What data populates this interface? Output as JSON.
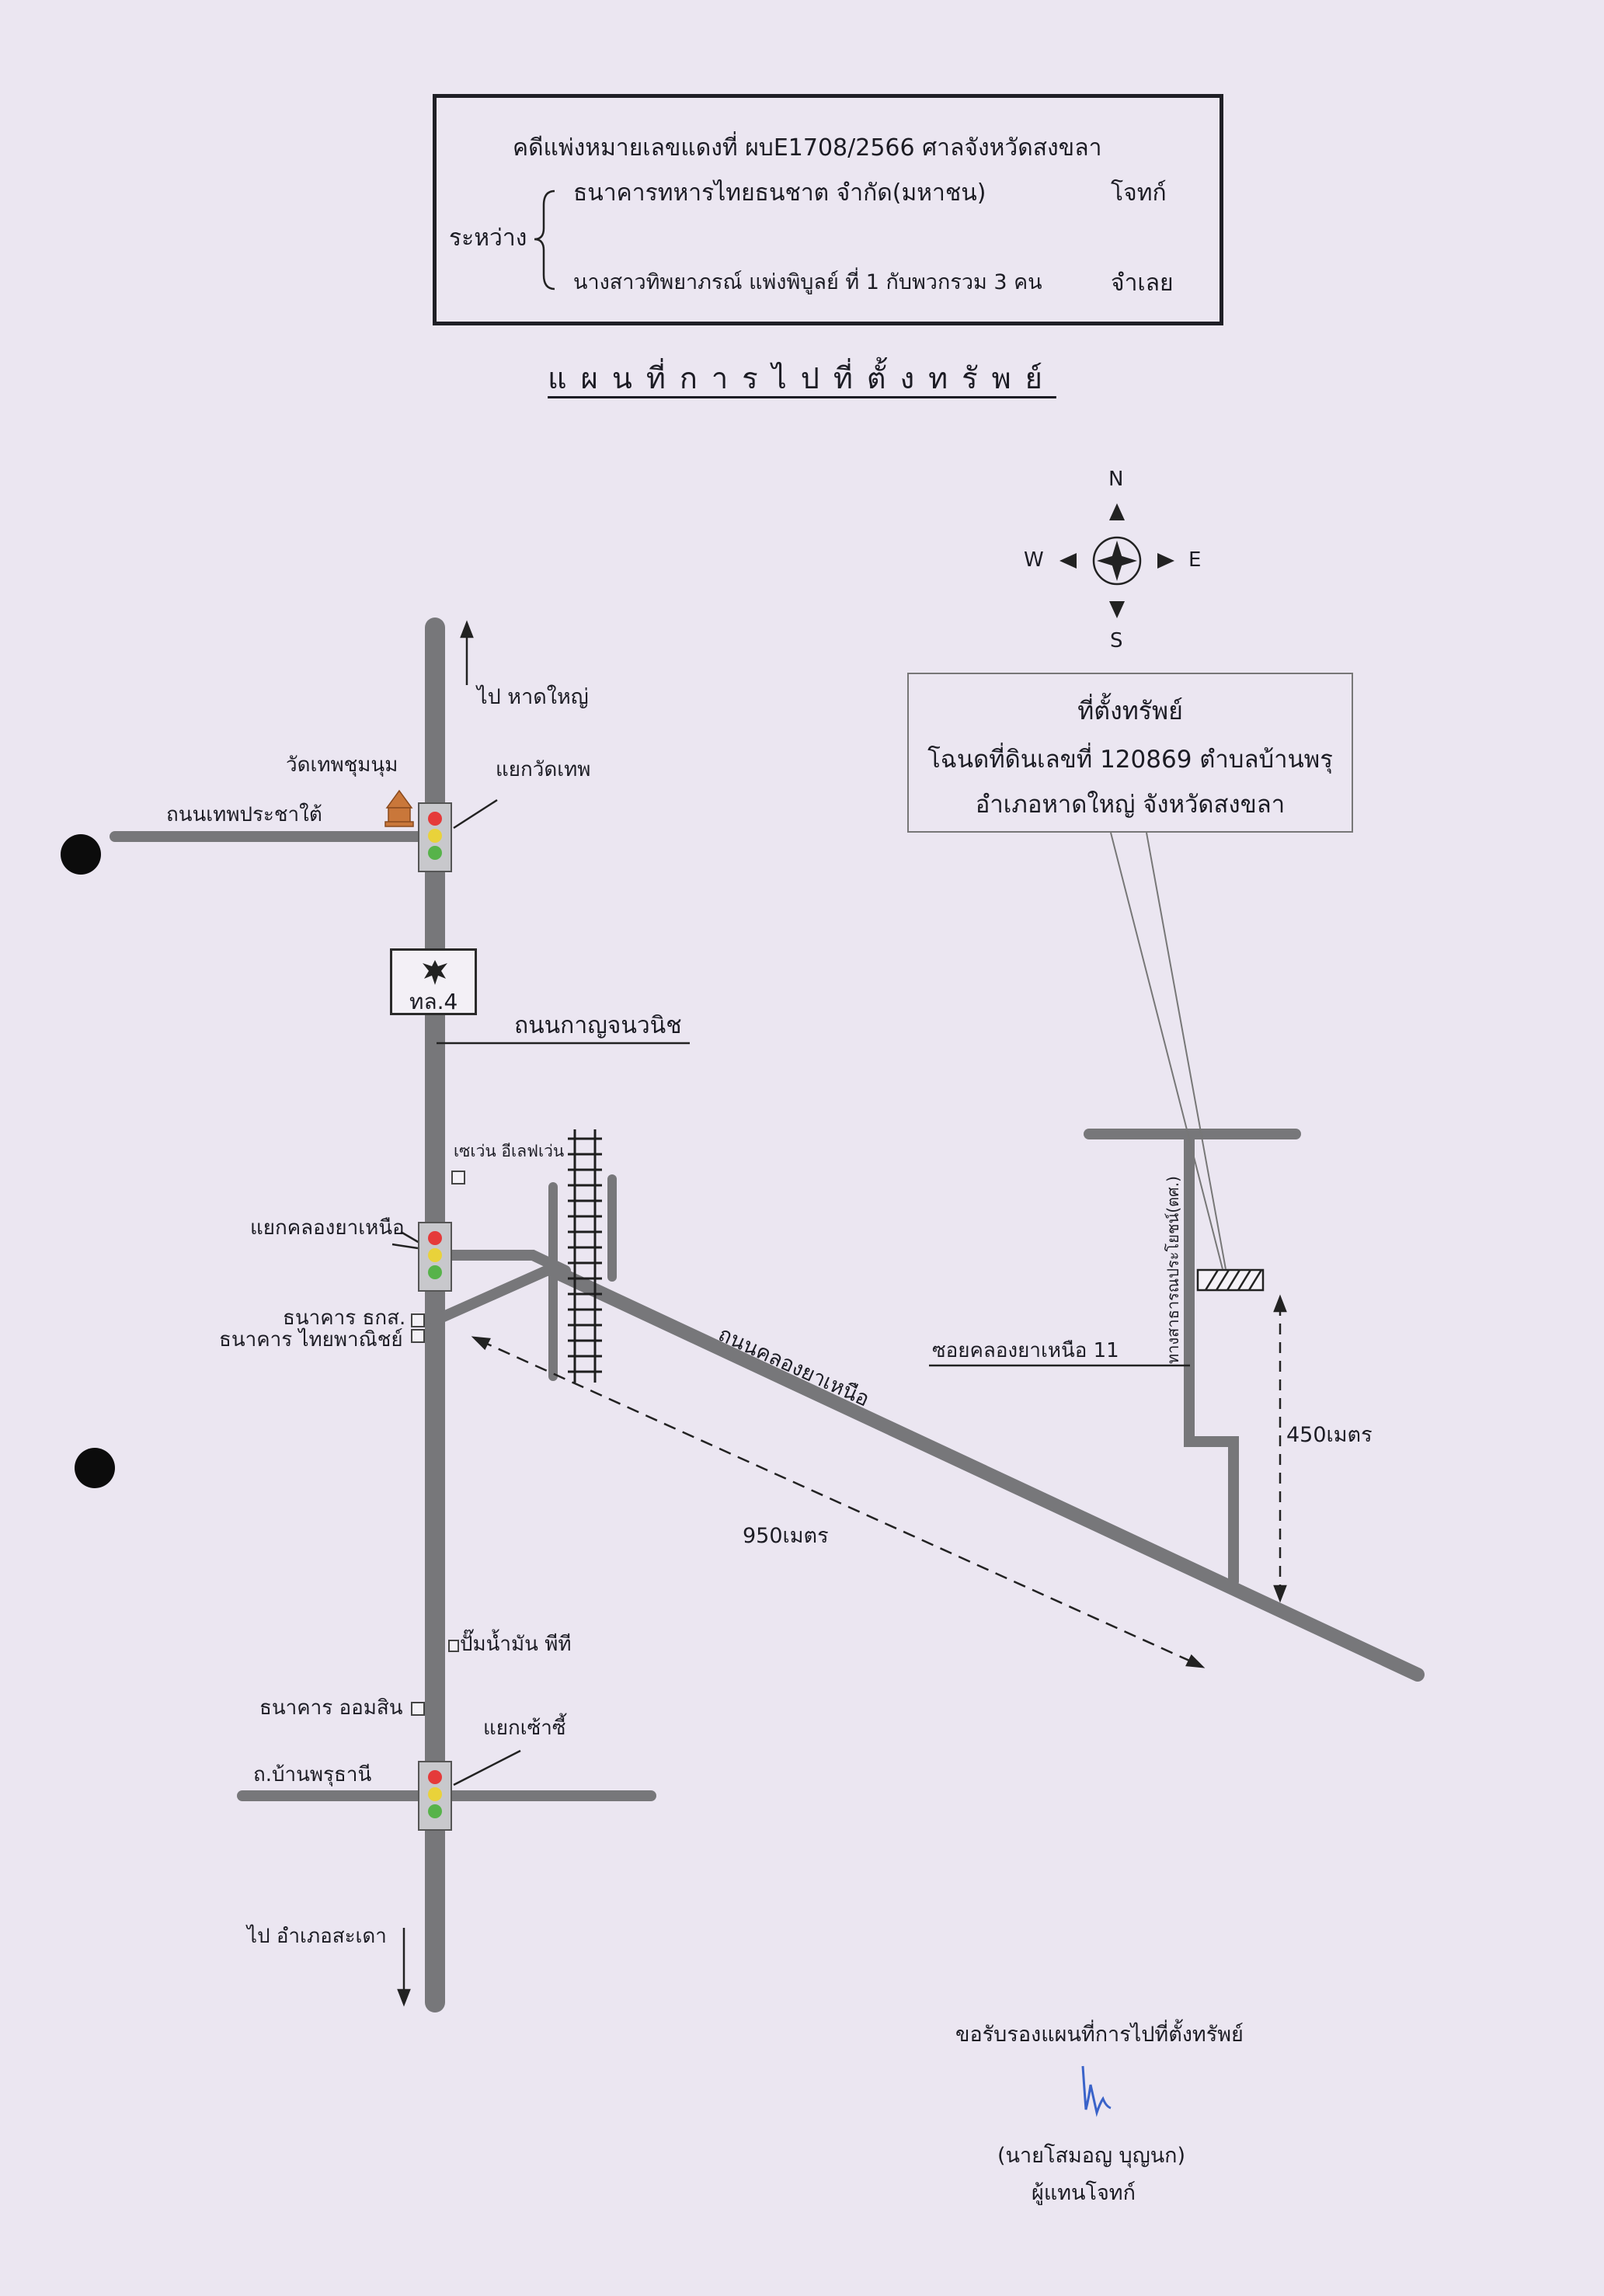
{
  "header": {
    "case_line": "คดีแพ่งหมายเลขแดงที่  ผบE1708/2566   ศาลจังหวัดสงขลา",
    "between": "ระหว่าง",
    "plaintiff_name": "ธนาคารทหารไทยธนชาต จำกัด(มหาชน)",
    "plaintiff_role": "โจทก์",
    "defendant_name": "นางสาวทิพยาภรณ์  แพ่งพิบูลย์  ที่  1  กับพวกรวม 3 คน",
    "defendant_role": "จำเลย"
  },
  "title": "แผนที่การไปที่ตั้งทรัพย์",
  "compass": {
    "n": "N",
    "s": "S",
    "e": "E",
    "w": "W"
  },
  "callout": {
    "line1": "ที่ตั้งทรัพย์",
    "line2": "โฉนดที่ดินเลขที่ 120869 ตำบลบ้านพรุ",
    "line3": "อำเภอหาดใหญ่  จังหวัดสงขลา"
  },
  "labels": {
    "to_hatyai": "ไป หาดใหญ่",
    "wat_name": "วัดเทพชุมนุม",
    "wat_junction": "แยกวัดเทพ",
    "thep_road": "ถนนเทพประชาใต้",
    "highway_sign": "ทล.4",
    "main_road": "ถนนกาญจนวนิช",
    "seven_eleven": "เซเว่น อีเลฟเว่น",
    "khlong_junction": "แยกคลองยาเหนือ",
    "bank_baac": "ธนาคาร ธกส.",
    "bank_scb": "ธนาคาร ไทยพาณิชย์",
    "khlong_road": "ถนนคลองยาเหนือ",
    "soi": "ซอยคลองยาเหนือ 11",
    "public_way": "ทางสาธารณประโยชน์(ตศ.)",
    "dist_450": "450เมตร",
    "dist_950": "950เมตร",
    "ptt": "ปั๊มน้ำมัน พีที",
    "bank_gsb": "ธนาคาร ออมสิน",
    "sao_junction": "แยกเซ้าซี้",
    "phru_road": "ถ.บ้านพรุธานี",
    "to_sadao": "ไป อำเภอสะเดา"
  },
  "signature": {
    "certify": "ขอรับรองแผนที่การไปที่ตั้งทรัพย์",
    "name": "(นายโสมอญ    บุญนก)",
    "role": "ผู้แทนโจทก์"
  }
}
